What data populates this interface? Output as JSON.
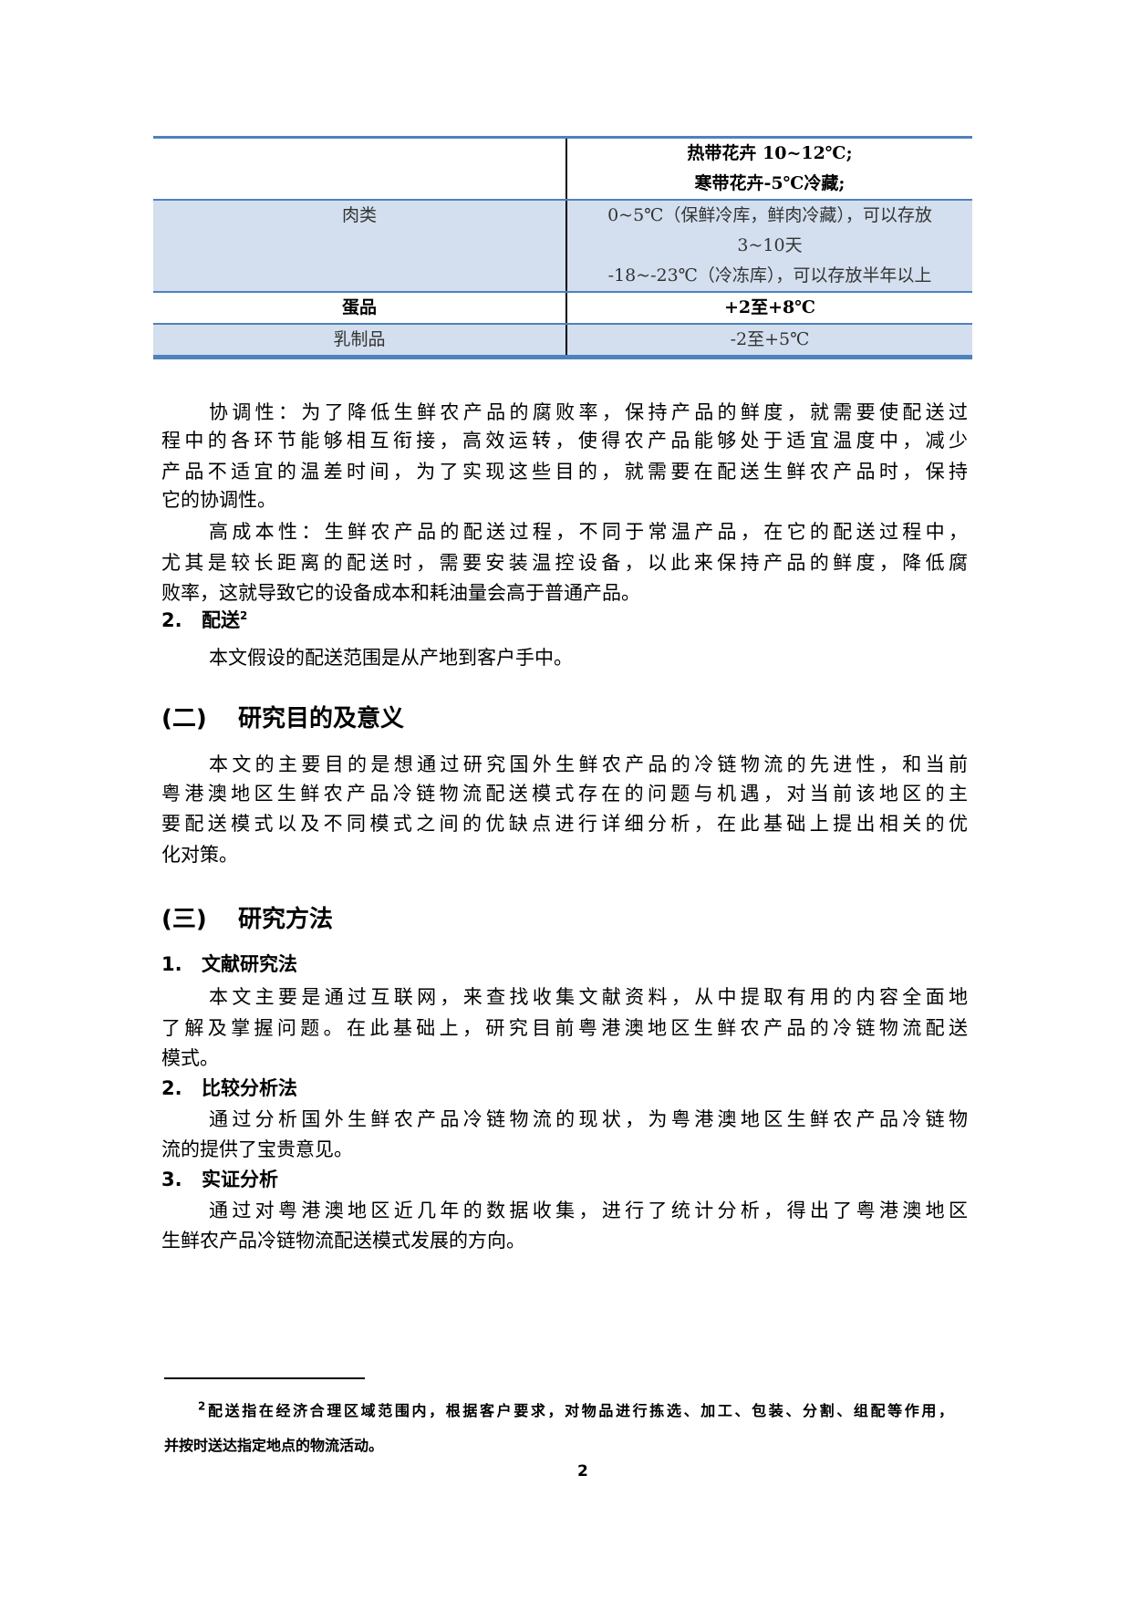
{
  "table": {
    "rows": [
      {
        "category": "",
        "lines": [
          "热带花卉 10~12℃;",
          "寒带花卉-5℃冷藏;"
        ],
        "band": false,
        "bold": true
      },
      {
        "category": "肉类",
        "lines": [
          "0~5℃（保鲜冷库，鲜肉冷藏），可以存放",
          "3~10天",
          "-18~-23℃（冷冻库），可以存放半年以上"
        ],
        "band": true,
        "bold": false
      },
      {
        "category": "蛋品",
        "lines": [
          "+2至+8℃"
        ],
        "band": false,
        "bold": true
      },
      {
        "category": "乳制品",
        "lines": [
          "-2至+5℃"
        ],
        "band": true,
        "bold": false
      }
    ]
  },
  "body": {
    "coord_p1": "协调性：为了降低生鲜农产品的腐败率，保持产品的鲜度，就需要使配送过",
    "coord_p2": "程中的各环节能够相互衔接，高效运转，使得农产品能够处于适宜温度中，减少",
    "coord_p3": "产品不适宜的温差时间，为了实现这些目的，就需要在配送生鲜农产品时，保持",
    "coord_p4": "它的协调性。",
    "cost_p1": "高成本性：生鲜农产品的配送过程，不同于常温产品，在它的配送过程中，",
    "cost_p2": "尤其是较长距离的配送时，需要安装温控设备，以此来保持产品的鲜度，降低腐",
    "cost_p3": "败率，这就导致它的设备成本和耗油量会高于普通产品。",
    "delivery_num": "2.",
    "delivery_title": "配送",
    "delivery_sup": "2",
    "delivery_text": "本文假设的配送范围是从产地到客户手中。",
    "sec2_num": "(二)",
    "sec2_title": "研究目的及意义",
    "sec2_l1": "本文的主要目的是想通过研究国外生鲜农产品的冷链物流的先进性，和当前",
    "sec2_l2": "粤港澳地区生鲜农产品冷链物流配送模式存在的问题与机遇，对当前该地区的主",
    "sec2_l3": "要配送模式以及不同模式之间的优缺点进行详细分析，在此基础上提出相关的优",
    "sec2_l4": "化对策。",
    "sec3_num": "(三)",
    "sec3_title": "研究方法",
    "m1_num": "1.",
    "m1_title": "文献研究法",
    "m1_l1": "本文主要是通过互联网，来查找收集文献资料，从中提取有用的内容全面地",
    "m1_l2": "了解及掌握问题。在此基础上，研究目前粤港澳地区生鲜农产品的冷链物流配送",
    "m1_l3": "模式。",
    "m2_num": "2.",
    "m2_title": "比较分析法",
    "m2_l1": "通过分析国外生鲜农产品冷链物流的现状，为粤港澳地区生鲜农产品冷链物",
    "m2_l2": "流的提供了宝贵意见。",
    "m3_num": "3.",
    "m3_title": "实证分析",
    "m3_l1": "通过对粤港澳地区近几年的数据收集，进行了统计分析，得出了粤港澳地区",
    "m3_l2": "生鲜农产品冷链物流配送模式发展的方向。"
  },
  "footnote": {
    "marker": "2",
    "line1": "配送指在经济合理区域范围内，根据客户要求，对物品进行拣选、加工、包装、分割、组配等作用，",
    "line2": "并按时送达指定地点的物流活动。"
  },
  "page_number": "2"
}
